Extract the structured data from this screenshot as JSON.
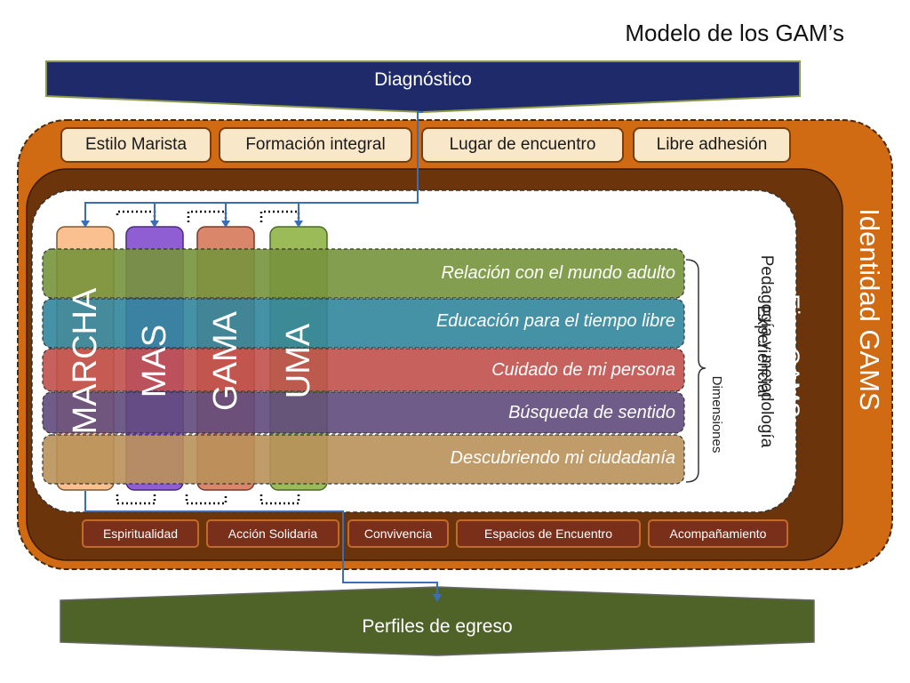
{
  "title": "Modelo de los GAM’s",
  "top_banner": "Diagnóstico",
  "bottom_banner": "Perfiles de egreso",
  "identity_label": "Identidad GAMS",
  "axes_label": "Ejes GAMS",
  "pedagogy_label_line1": "Pedagogía y metodología",
  "pedagogy_label_line2": "Experiencial",
  "dimensions_label": "Dimensiones",
  "identity_tags": [
    "Estilo Marista",
    "Formación integral",
    "Lugar de encuentro",
    "Libre adhesión"
  ],
  "axis_tags": [
    "Espiritualidad",
    "Acción Solidaria",
    "Convivencia",
    "Espacios de Encuentro",
    "Acompañamiento"
  ],
  "dimensions": [
    {
      "label": "Relación con el mundo adulto",
      "color": "#77933c"
    },
    {
      "label": "Educación para el tiempo libre",
      "color": "#31859c"
    },
    {
      "label": "Cuidado de mi persona",
      "color": "#c0504d"
    },
    {
      "label": "Búsqueda de sentido",
      "color": "#604a7b"
    },
    {
      "label": "Descubriendo mi ciudadanía",
      "color": "#b9915a"
    }
  ],
  "groups": [
    {
      "label": "MARCHA",
      "color": "#fac08f"
    },
    {
      "label": "MAS",
      "color": "#8e5ed2"
    },
    {
      "label": "GAMA",
      "color": "#d9866a"
    },
    {
      "label": "UMA",
      "color": "#9bbb59"
    }
  ],
  "colors": {
    "top_banner": "#1f2a6b",
    "bottom_banner": "#4f6228",
    "identity_frame": "#d06b14",
    "axes_frame": "#6b340a",
    "connector": "#3a6fb5"
  }
}
